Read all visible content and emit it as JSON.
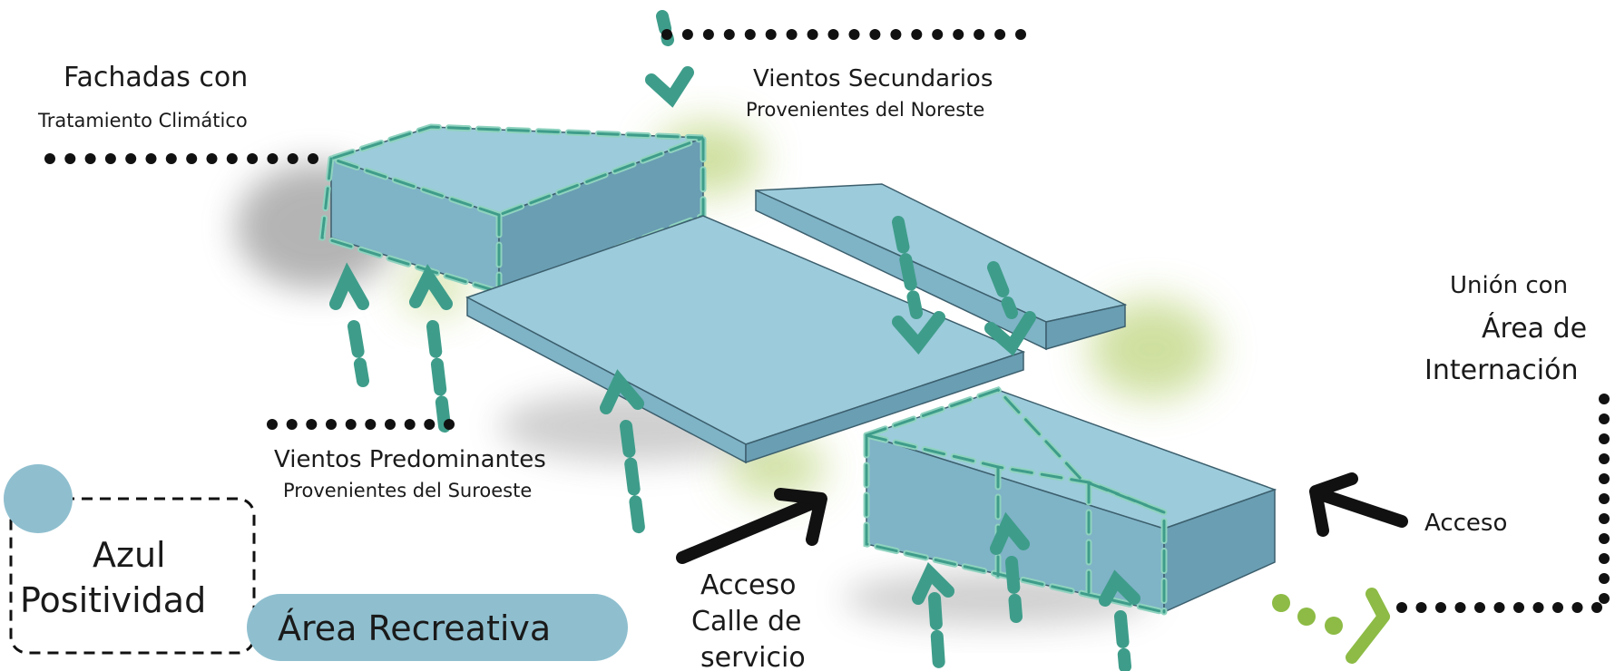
{
  "labels": {
    "fachadas_line1": "Fachadas con",
    "fachadas_line2": "Tratamiento Climático",
    "vientos_sec_line1": "Vientos Secundarios",
    "vientos_sec_line2": "Provenientes del Noreste",
    "vientos_pred_line1": "Vientos Predominantes",
    "vientos_pred_line2": "Provenientes del Suroeste",
    "union_line1": "Unión con",
    "union_line2": "Área de",
    "union_line3": "Internación",
    "acceso_right": "Acceso",
    "acceso_calle_line1": "Acceso",
    "acceso_calle_line2": "Calle de",
    "acceso_calle_line3": "servicio",
    "legend_color": "Azul",
    "legend_meaning": "Positividad",
    "area_recreativa": "Área Recreativa"
  },
  "colors": {
    "building_top": "#9ccbdb",
    "building_front": "#7fb3c6",
    "building_side": "#6a9eb3",
    "building_edge": "#3c5f6d",
    "wind_dash": "#3e9d8a",
    "wind_dash_light": "#8fd3bf",
    "greenery": "#c6da8e",
    "access_arrow": "#111111",
    "union_dots": "#111111",
    "green_dots": "#8dbb45",
    "legend_circle": "#8fbfcf",
    "recreativa_pill": "#8fbfcf"
  },
  "icons": [
    "wind-arrow-icon",
    "access-arrow-icon",
    "green-path-arrow-icon"
  ]
}
